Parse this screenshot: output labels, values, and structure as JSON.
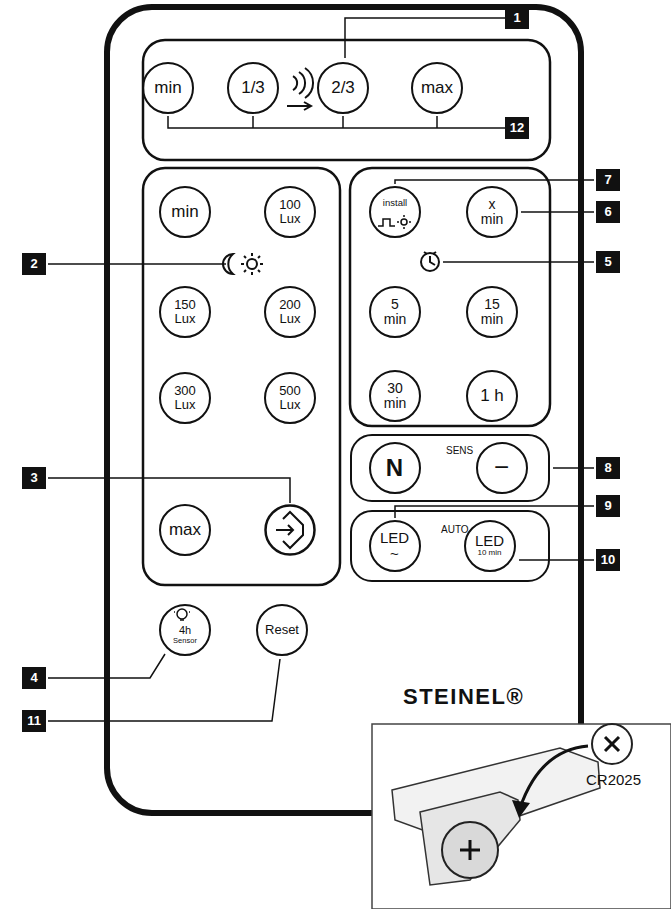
{
  "diagram": {
    "nodes": [
      {
        "text": [
          "STEINEL®"
        ]
      },
      {
        "text": [
          "min"
        ],
        "in": 0
      },
      {
        "text": [
          "1/3"
        ],
        "in": 0
      },
      {
        "text": [
          "2/3"
        ],
        "in": 0
      },
      {
        "text": [
          "max"
        ],
        "in": 0
      },
      {
        "text": [
          "min"
        ],
        "in": 0
      },
      {
        "text": [
          "100 Lux"
        ],
        "in": 0
      },
      {
        "text": [
          "150 Lux"
        ],
        "in": 0
      },
      {
        "text": [
          "200 Lux"
        ],
        "in": 0
      },
      {
        "text": [
          "300 Lux"
        ],
        "in": 0
      },
      {
        "text": [
          "500 Lux"
        ],
        "in": 0
      },
      {
        "text": [
          "max"
        ],
        "in": 0
      },
      {
        "text": [
          "install"
        ],
        "in": 0
      },
      {
        "text": [
          "x min"
        ],
        "in": 0
      },
      {
        "text": [
          "5 min"
        ],
        "in": 0
      },
      {
        "text": [
          "15 min"
        ],
        "in": 0
      },
      {
        "text": [
          "30 min"
        ],
        "in": 0
      },
      {
        "text": [
          "1 h"
        ],
        "in": 0
      },
      {
        "text": [
          "SENS"
        ],
        "in": 0
      },
      {
        "text": [
          "N"
        ],
        "in": 18
      },
      {
        "text": [
          "−"
        ],
        "in": 18
      },
      {
        "text": [
          "AUTO"
        ],
        "in": 0
      },
      {
        "text": [
          "LED",
          "~"
        ],
        "in": 21
      },
      {
        "text": [
          "LED",
          "10 min"
        ],
        "in": 21
      },
      {
        "text": [
          "4h",
          "Sensor"
        ],
        "in": 0
      },
      {
        "text": [
          "Reset"
        ],
        "in": 0
      }
    ],
    "labels": [
      "1",
      "12",
      "7",
      "6",
      "2",
      "5",
      "8",
      "3",
      "9",
      "10",
      "4",
      "11",
      "CR2025"
    ]
  }
}
